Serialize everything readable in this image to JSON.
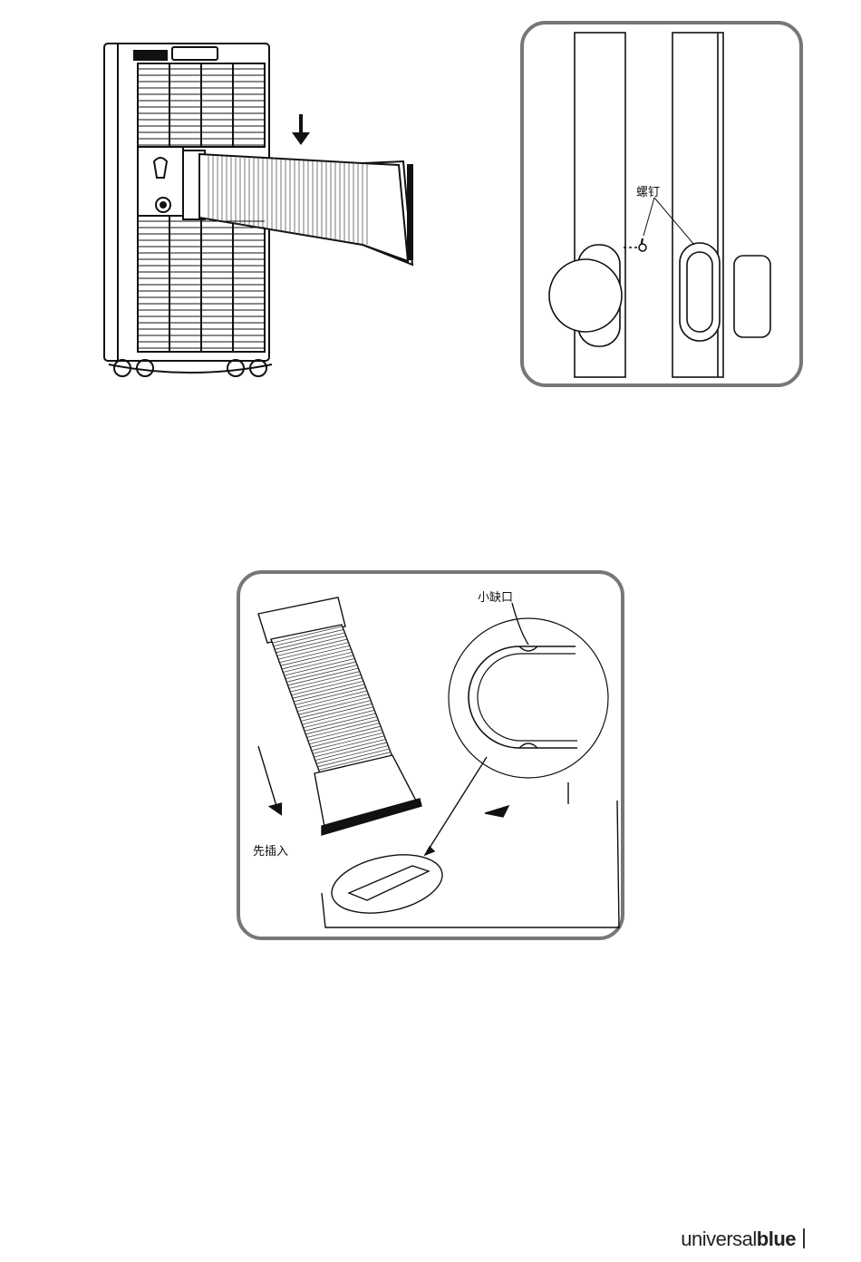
{
  "figure1": {
    "unit_label": "",
    "arrow": "down-arrow"
  },
  "figure2": {
    "screw_label": "螺钉"
  },
  "figure3": {
    "notch_label": "小缺口",
    "insert_first_label": "先插入"
  },
  "footer": {
    "brand_light": "universal",
    "brand_bold": "blue"
  }
}
